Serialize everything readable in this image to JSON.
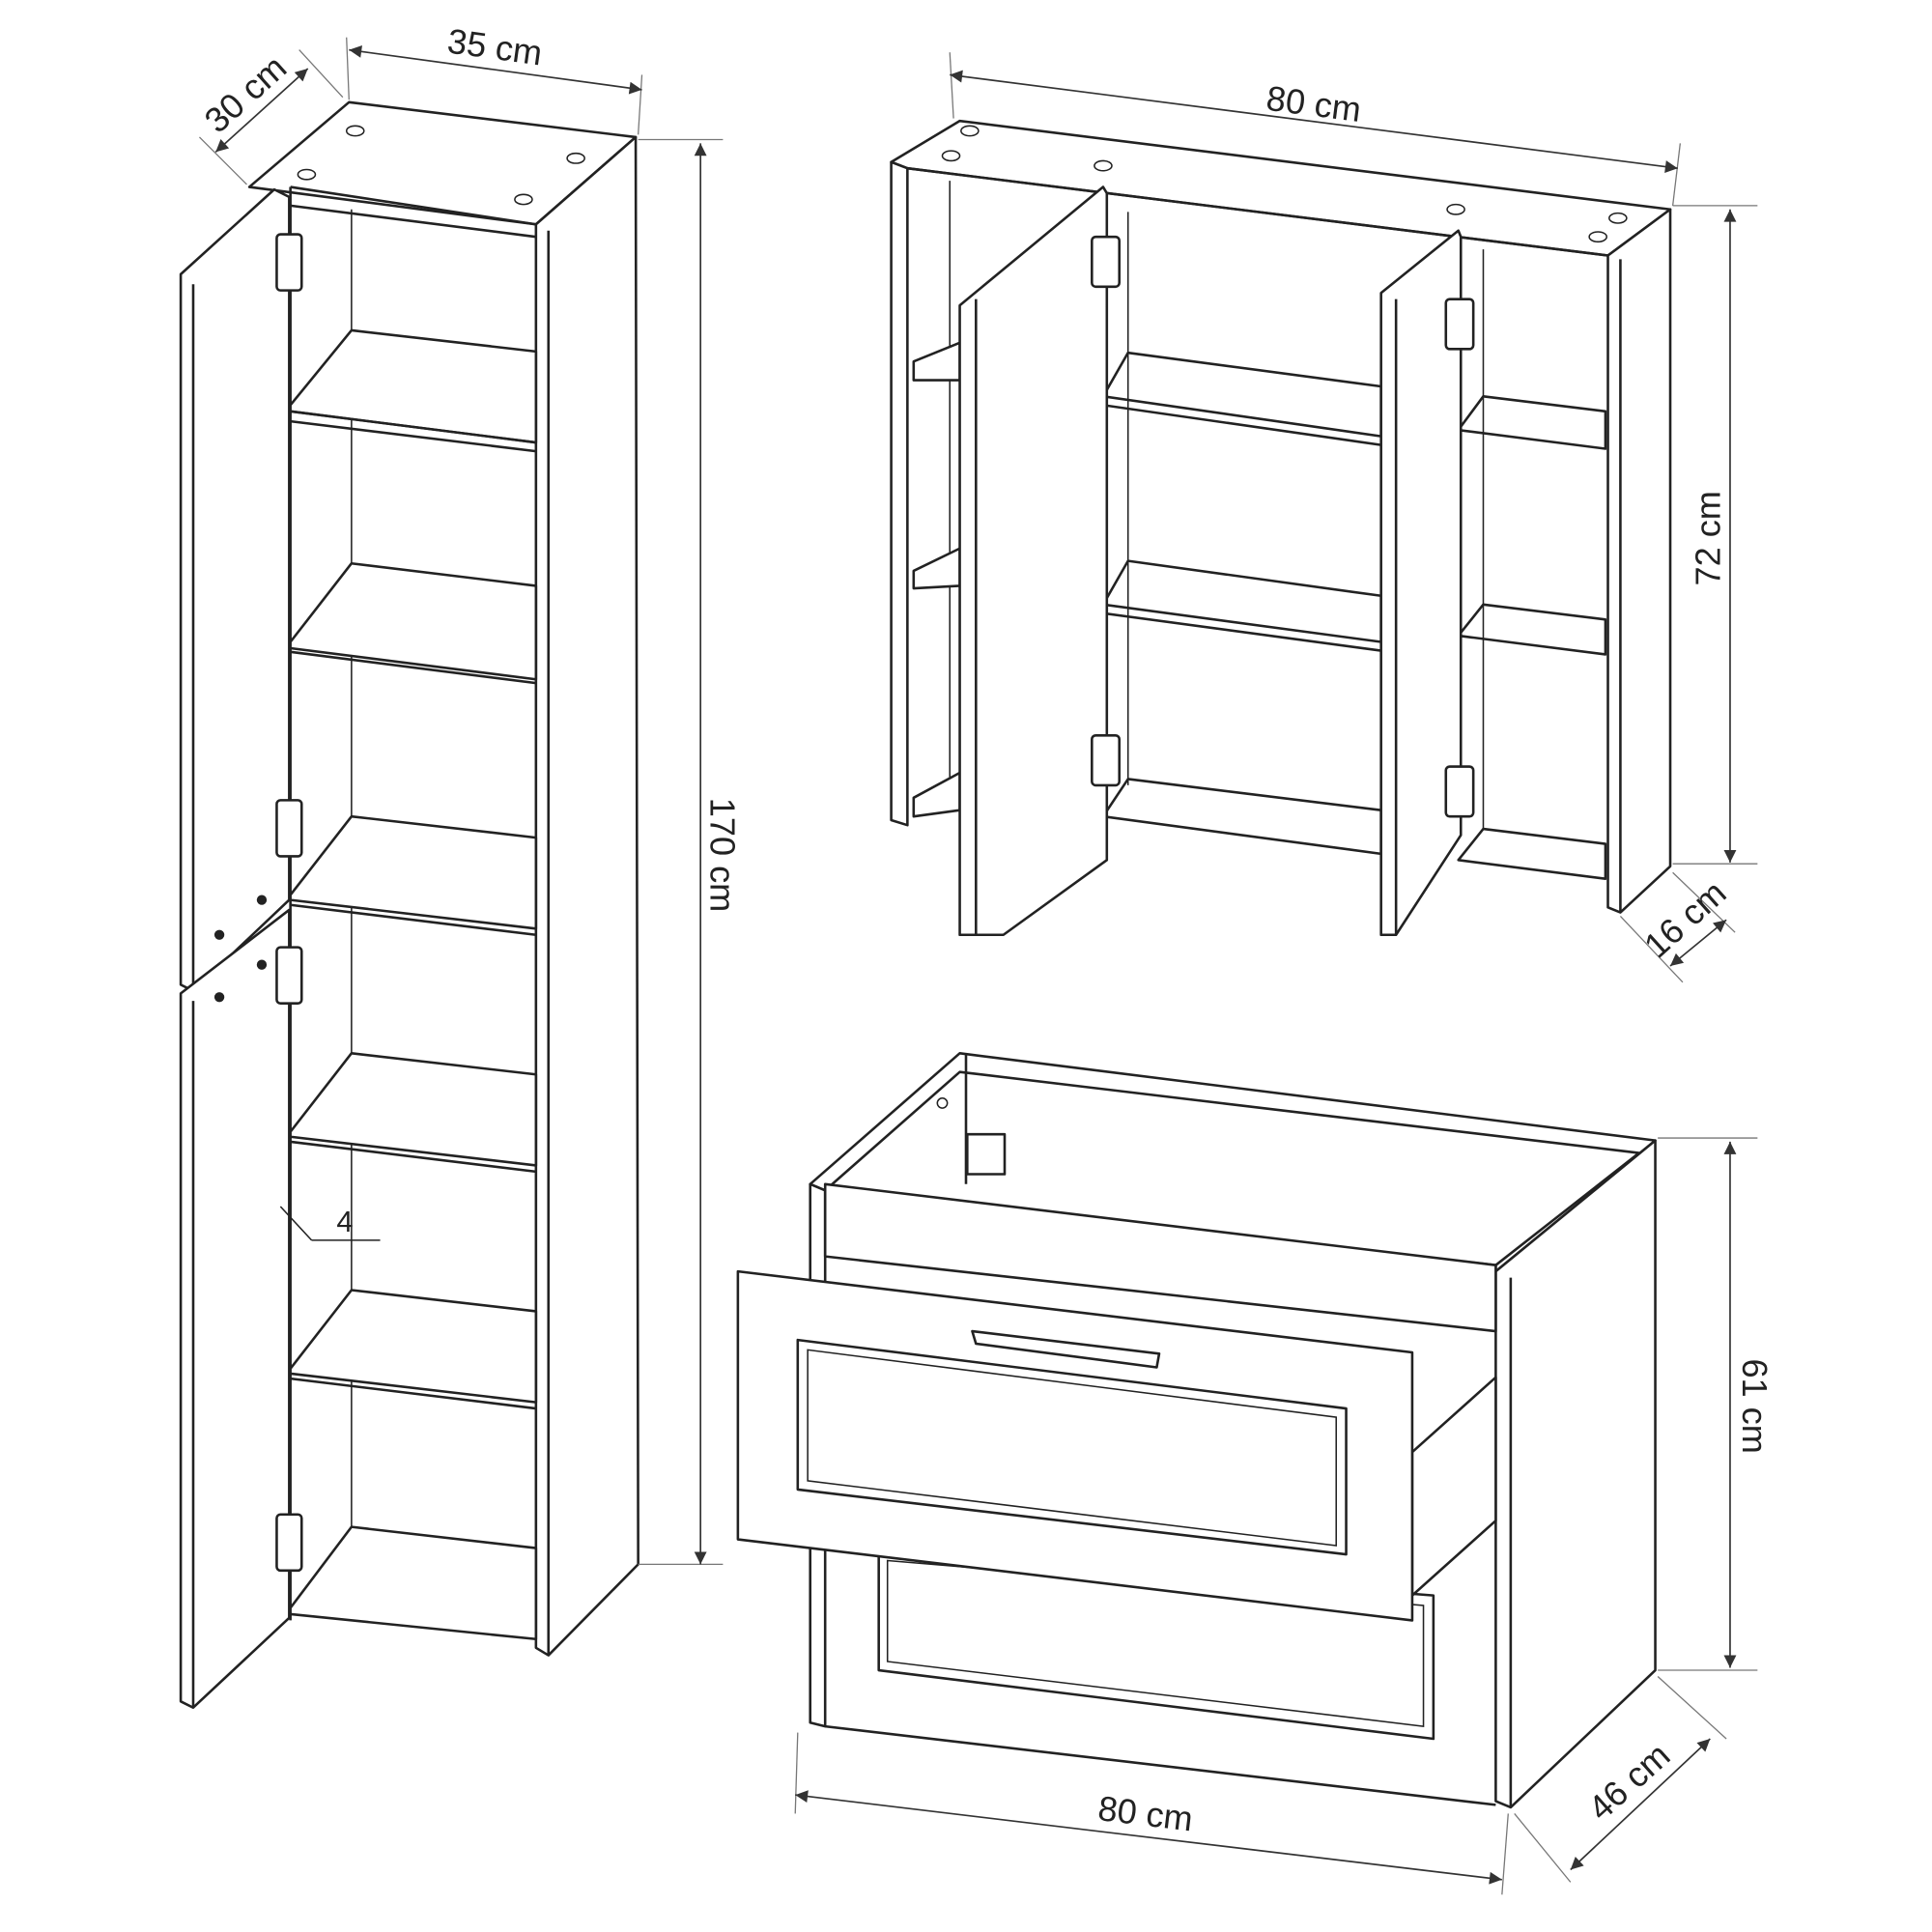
{
  "tall_cabinet": {
    "width": "35 cm",
    "depth": "30 cm",
    "height": "170 cm",
    "callout": "4"
  },
  "mirror_cabinet": {
    "width": "80 cm",
    "height": "72 cm",
    "depth": "16 cm"
  },
  "vanity_unit": {
    "width": "80 cm",
    "height": "61 cm",
    "depth": "46 cm"
  }
}
